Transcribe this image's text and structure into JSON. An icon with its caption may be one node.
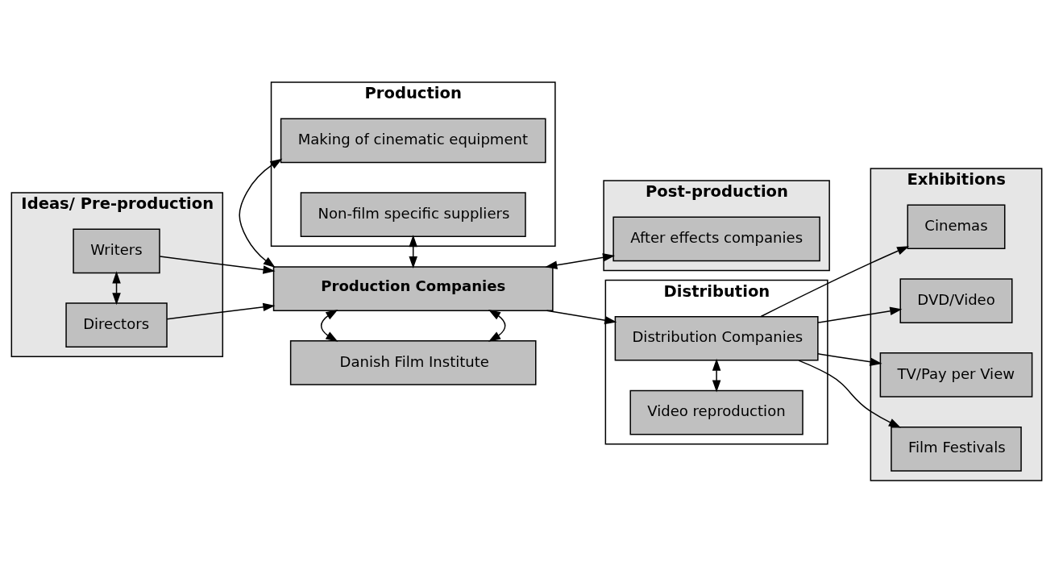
{
  "diagram": {
    "nodes": [
      {
        "text": [
          "Ideas/ Pre-production"
        ]
      },
      {
        "text": [
          "Directors"
        ],
        "in": 0
      },
      {
        "text": [
          "Writers"
        ],
        "in": 0
      },
      {
        "text": [
          "Production"
        ]
      },
      {
        "text": [
          "Making of cinematic equipment"
        ],
        "in": 3
      },
      {
        "text": [
          "Non-film specific suppliers"
        ],
        "in": 3
      },
      {
        "text": [
          "Post-production"
        ]
      },
      {
        "text": [
          "After effects companies"
        ],
        "in": 6
      },
      {
        "text": [
          "Distribution"
        ]
      },
      {
        "text": [
          "Video reproduction"
        ],
        "in": 8
      },
      {
        "text": [
          "Distribution Companies"
        ],
        "in": 8
      },
      {
        "text": [
          "Exhibitions"
        ]
      },
      {
        "text": [
          "Cinemas"
        ],
        "in": 11
      },
      {
        "text": [
          "DVD/Video"
        ],
        "in": 11
      },
      {
        "text": [
          "TV/Pay per View"
        ],
        "in": 11
      },
      {
        "text": [
          "Film Festivals"
        ],
        "in": 11
      },
      {
        "text": [
          "Production Companies"
        ]
      },
      {
        "text": [
          "Danish Film Institute"
        ]
      }
    ],
    "edges": [
      {
        "from": 1,
        "to": 2,
        "arrow": "both"
      },
      {
        "from": 1,
        "to": 16,
        "arrow": "to"
      },
      {
        "from": 2,
        "to": 16,
        "arrow": "to"
      },
      {
        "from": 4,
        "to": 16,
        "arrow": "both"
      },
      {
        "from": 7,
        "to": 16,
        "arrow": "both"
      },
      {
        "from": 16,
        "to": 5,
        "arrow": "both"
      },
      {
        "from": 16,
        "to": 17,
        "arrow": "both"
      },
      {
        "from": 16,
        "to": 17,
        "arrow": "both"
      },
      {
        "from": 16,
        "to": 10,
        "arrow": "to"
      },
      {
        "from": 9,
        "to": 10,
        "arrow": "both"
      },
      {
        "from": 10,
        "to": 12,
        "arrow": "to"
      },
      {
        "from": 10,
        "to": 13,
        "arrow": "to"
      },
      {
        "from": 10,
        "to": 14,
        "arrow": "to"
      },
      {
        "from": 10,
        "to": 15,
        "arrow": "to"
      }
    ]
  }
}
